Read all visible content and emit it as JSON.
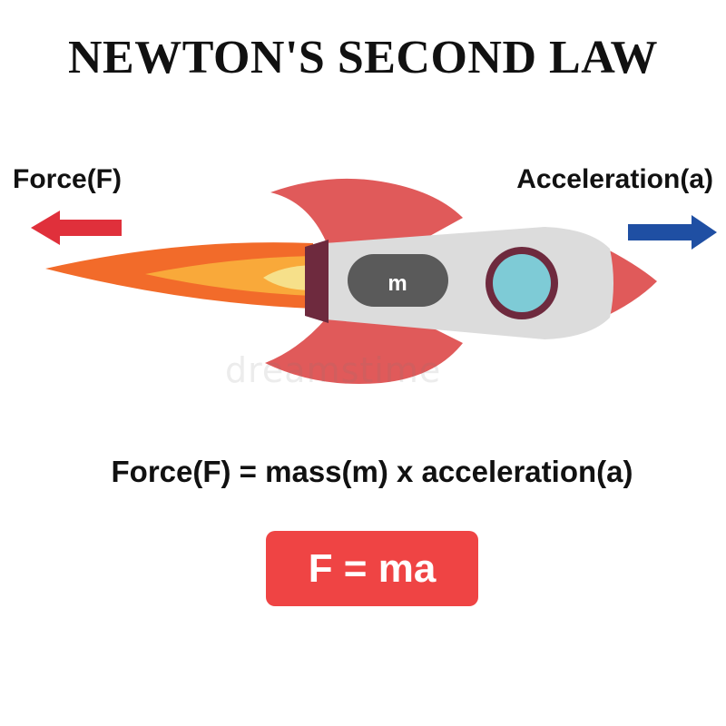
{
  "title": "NEWTON'S SECOND LAW",
  "labels": {
    "force": "Force(F)",
    "acceleration": "Acceleration(a)",
    "mass": "m"
  },
  "equation": "Force(F) = mass(m) x acceleration(a)",
  "formula": "F = ma",
  "watermark": "dreamstime",
  "colors": {
    "force_arrow": "#e0303b",
    "acceleration_arrow": "#1f4fa3",
    "rocket_fins": "#e05a5a",
    "rocket_body": "#dcdcdc",
    "window": "#7ecbd6",
    "formula_box": "#ef4444"
  },
  "icons": [
    "left-arrow-icon",
    "right-arrow-icon",
    "rocket-icon",
    "flame-icon"
  ]
}
